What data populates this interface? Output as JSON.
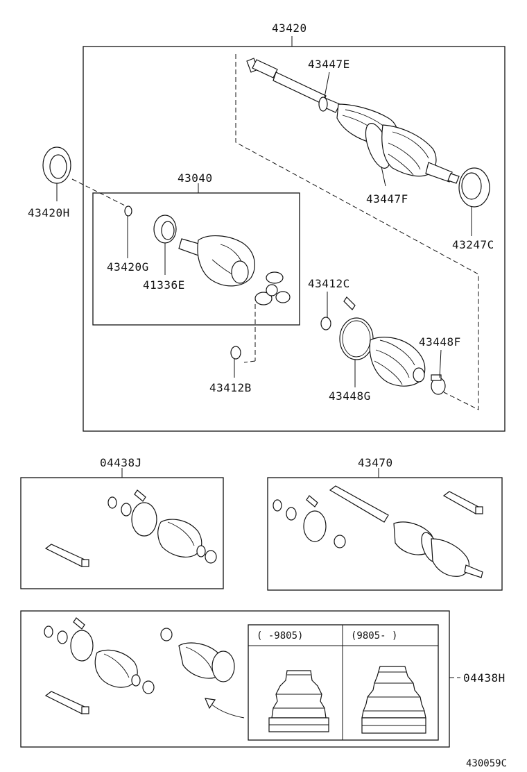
{
  "labels": {
    "p43420": "43420",
    "p43447E": "43447E",
    "p43447F": "43447F",
    "p43247C": "43247C",
    "p43420H": "43420H",
    "p43040": "43040",
    "p43420G": "43420G",
    "p41336E": "41336E",
    "p43412C": "43412C",
    "p43448F": "43448F",
    "p43412B": "43412B",
    "p43448G": "43448G",
    "p04438J": "04438J",
    "p43470": "43470",
    "p04438H": "04438H"
  },
  "inset": {
    "left_header": "(      -9805)",
    "right_header": "(9805-      )"
  },
  "figure_code": "430059C"
}
